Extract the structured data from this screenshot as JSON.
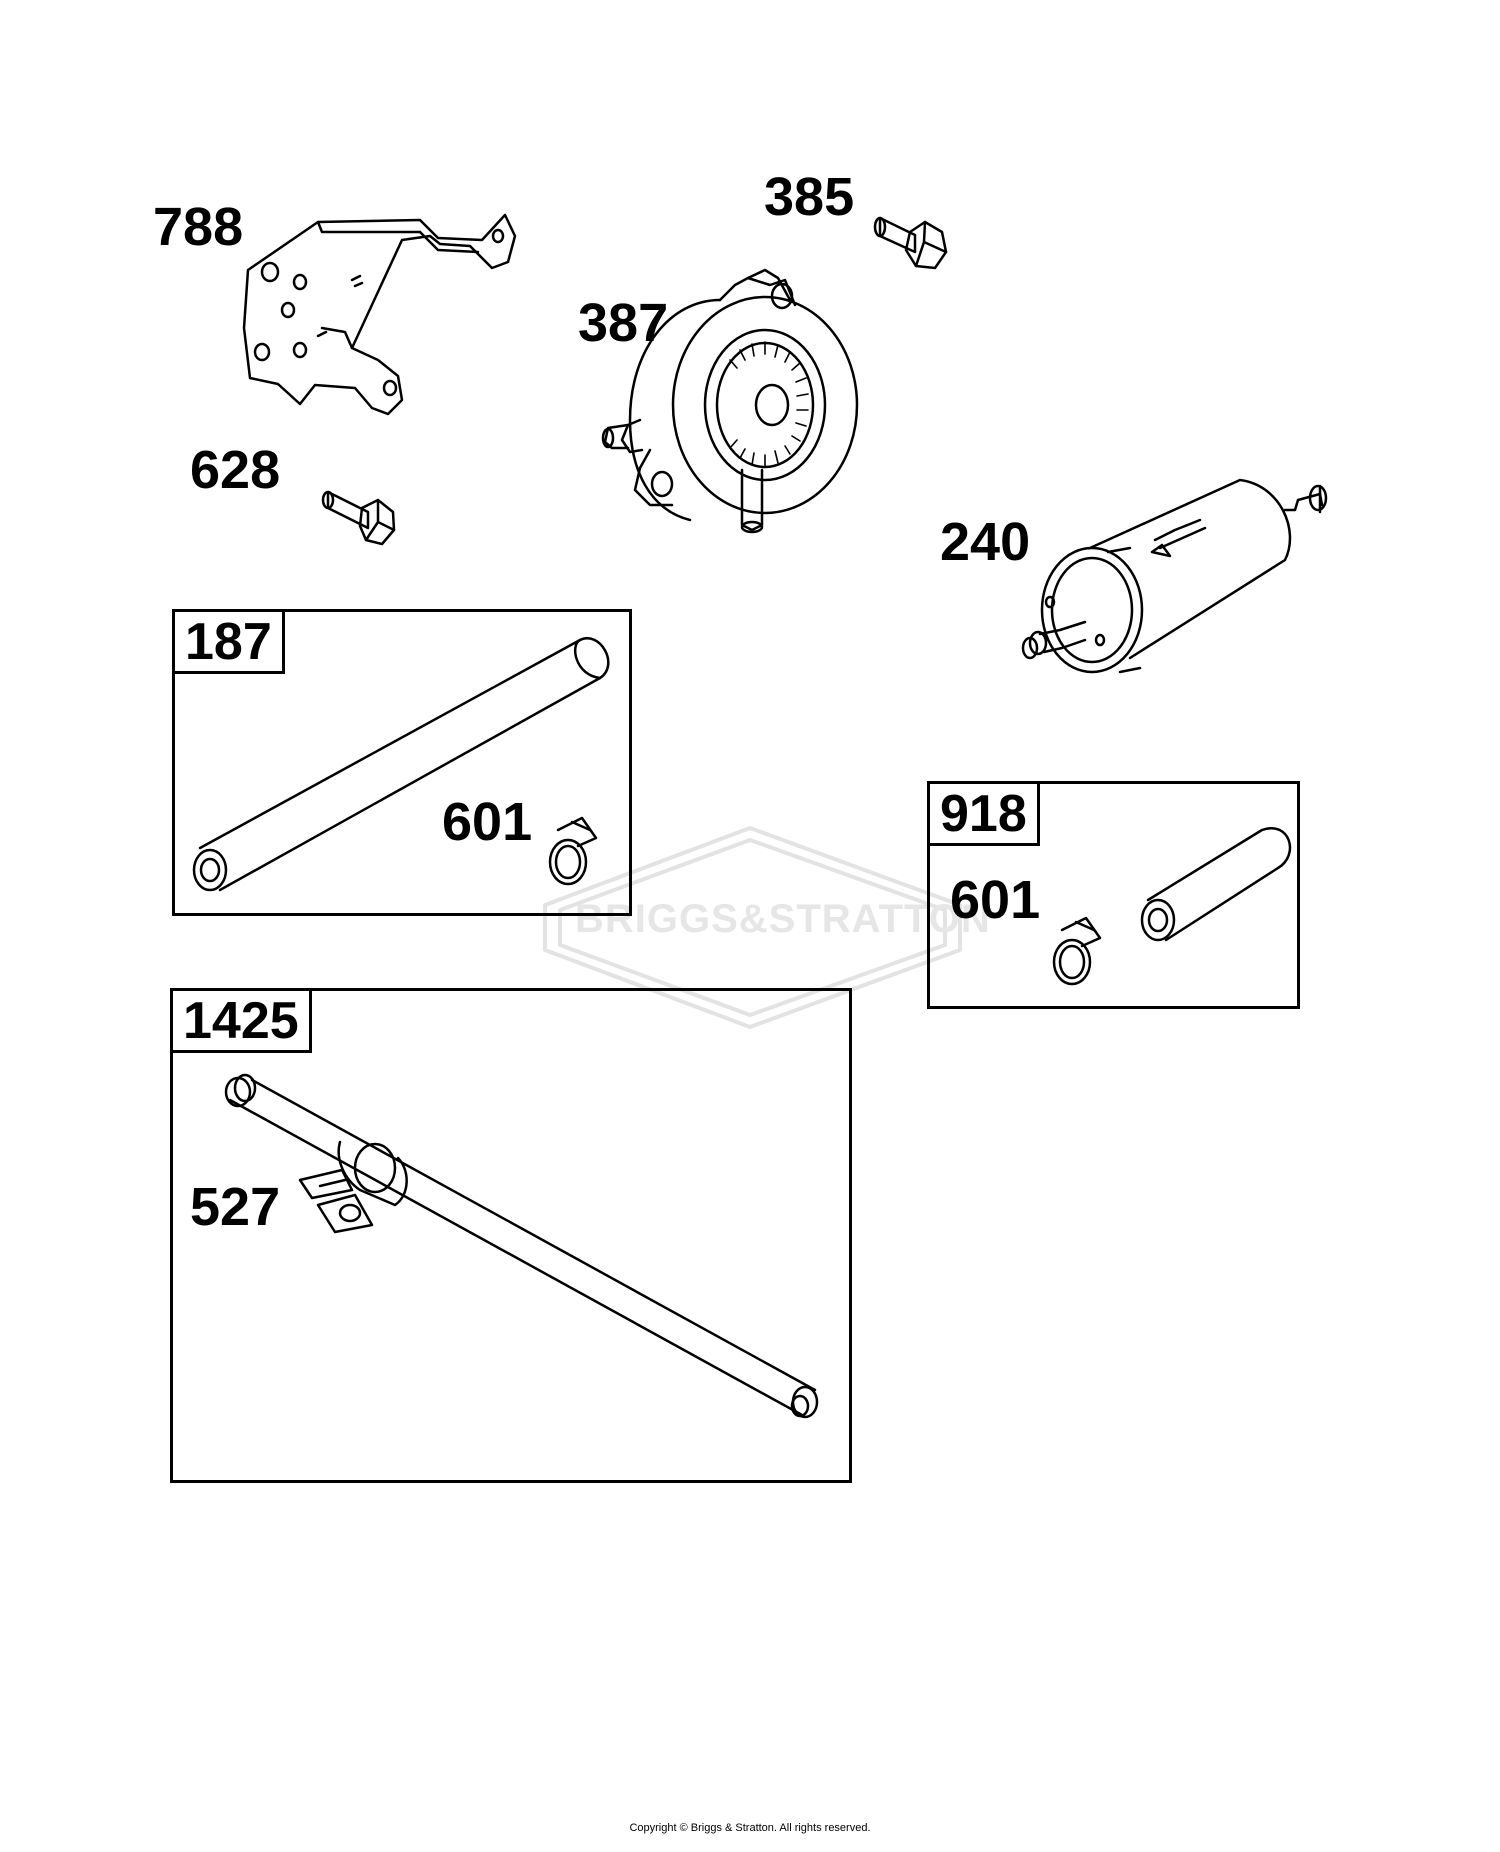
{
  "callouts": {
    "c788": "788",
    "c385": "385",
    "c387": "387",
    "c628": "628",
    "c240": "240",
    "c601a": "601",
    "c601b": "601",
    "c527": "527"
  },
  "kits": {
    "k187": "187",
    "k918": "918",
    "k1425": "1425"
  },
  "watermark": {
    "brand": "BRIGGS&STRATTON"
  },
  "footer": {
    "copyright": "Copyright © Briggs & Stratton. All rights reserved."
  }
}
